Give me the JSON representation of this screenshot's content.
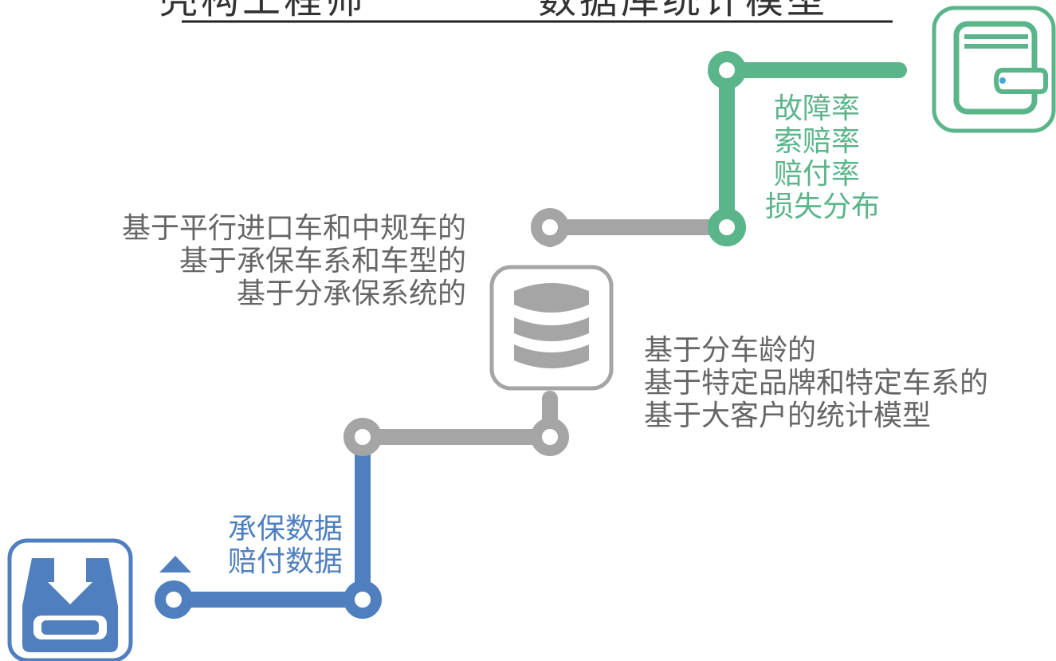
{
  "title": {
    "left": "壳构工程师",
    "right": "数据库统计模型",
    "rule_color": "#222222"
  },
  "text_blocks": {
    "models_by_type": {
      "lines": [
        "基于平行进口车和中规车的",
        "基于承保车系和车型的",
        "基于分承保系统的"
      ],
      "color": "#666666"
    },
    "models_by_client": {
      "lines": [
        "基于分车龄的",
        "基于特定品牌和特定车系的",
        "基于大客户的统计模型"
      ],
      "color": "#666666"
    },
    "output_metrics": {
      "lines": [
        "故障率",
        "索赔率",
        "赔付率",
        "损失分布"
      ],
      "color": "#5bb58a"
    },
    "input_data": {
      "lines": [
        "承保数据",
        "赔付数据"
      ],
      "color": "#4f7fbf"
    }
  },
  "icons": {
    "inbox": "inbox-download-icon",
    "database": "database-icon",
    "wallet": "wallet-icon",
    "arrow": "triangle-up-icon"
  },
  "colors": {
    "input_path": "#4f7fbf",
    "process_path": "#a5a5a5",
    "output_path": "#5bb58a"
  }
}
